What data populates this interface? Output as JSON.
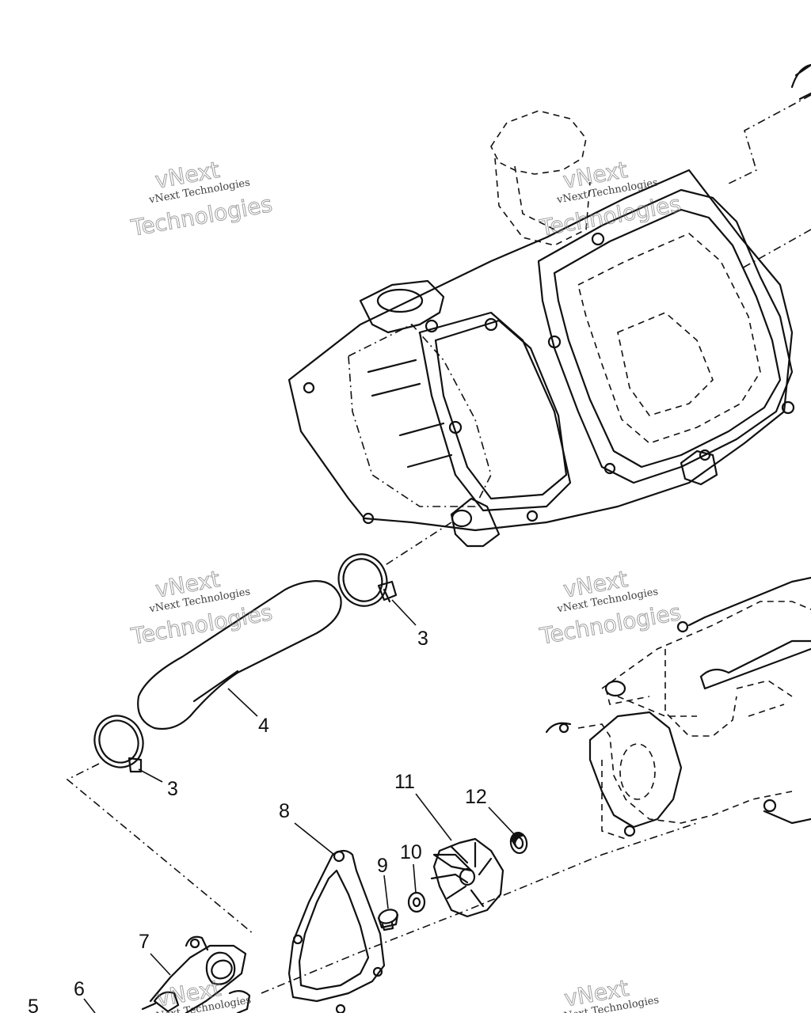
{
  "callouts": [
    {
      "number": "3"
    },
    {
      "number": "4"
    },
    {
      "number": "3"
    },
    {
      "number": "8"
    },
    {
      "number": "11"
    },
    {
      "number": "12"
    },
    {
      "number": "10"
    },
    {
      "number": "9"
    },
    {
      "number": "7"
    },
    {
      "number": "6"
    },
    {
      "number": "5"
    }
  ],
  "watermark": {
    "line1": "vNext Technologies",
    "line2": "vNext",
    "line3": "Technologies"
  }
}
